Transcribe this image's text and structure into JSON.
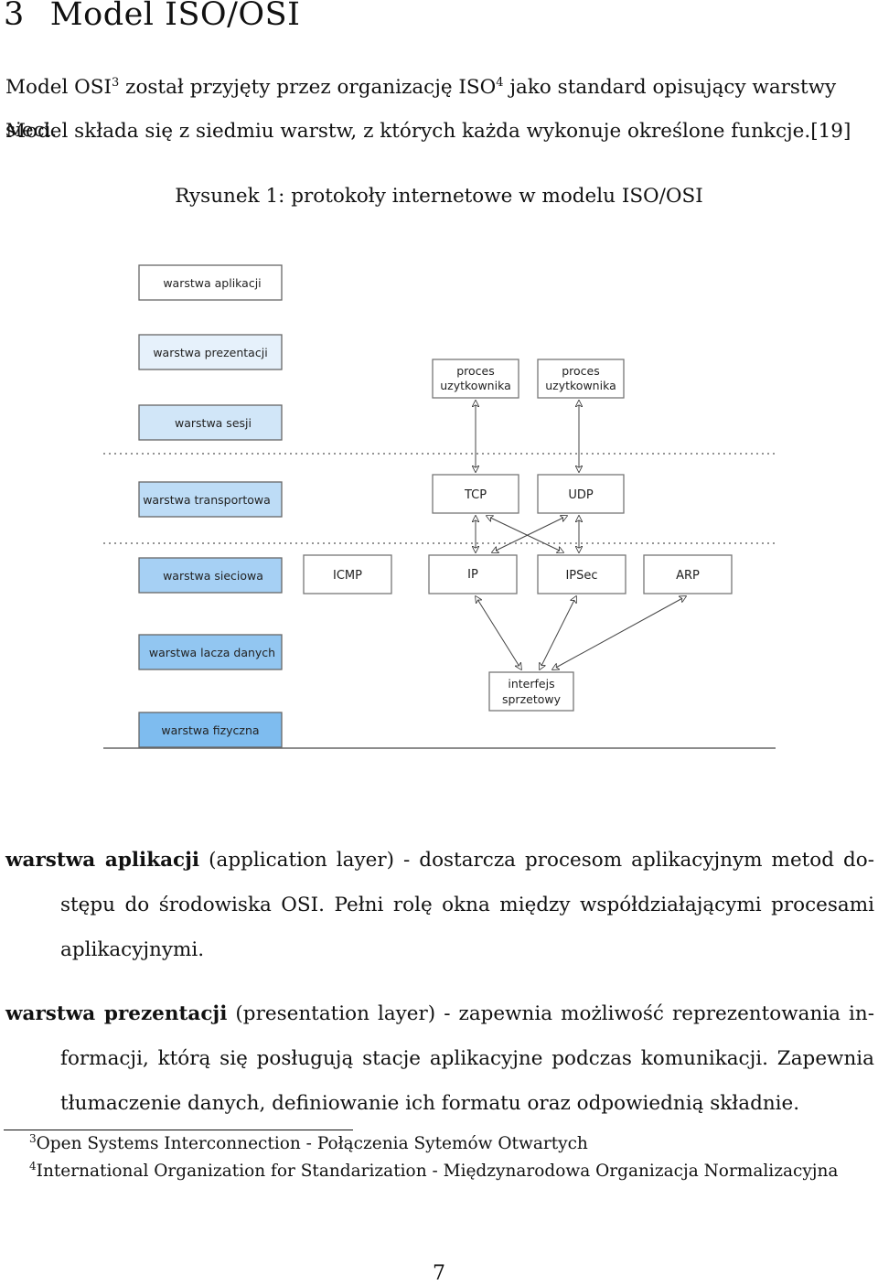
{
  "section": {
    "number": "3",
    "title": "Model ISO/OSI"
  },
  "intro": {
    "line1_a": "Model OSI",
    "line1_sup1": "3",
    "line1_b": " został przyjęty przez organizację ISO",
    "line1_sup2": "4",
    "line1_c": " jako standard opisujący warstwy sieci.",
    "line2": "Model składa się z siedmiu warstw, z których każda wykonuje określone funkcje.[19]"
  },
  "figure": {
    "caption": "Rysunek 1: protokoły internetowe w modelu ISO/OSI",
    "layers": [
      "warstwa aplikacji",
      "warstwa prezentacji",
      "warstwa sesji",
      "warstwa transportowa",
      "warstwa sieciowa",
      "warstwa lacza danych",
      "warstwa fizyczna"
    ],
    "layer_colors": [
      "#ffffff",
      "#e6f1fb",
      "#d1e6f8",
      "#bddcf6",
      "#a6d0f4",
      "#92c6f1",
      "#7ebcef"
    ],
    "proc_left": [
      "proces",
      "uzytkownika"
    ],
    "proc_right": [
      "proces",
      "uzytkownika"
    ],
    "tcp": "TCP",
    "udp": "UDP",
    "icmp": "ICMP",
    "ip": "IP",
    "ipsec": "IPSec",
    "arp": "ARP",
    "iface": [
      "interfejs",
      "sprzetowy"
    ]
  },
  "definitions": {
    "app": {
      "term": "warstwa aplikacji",
      "line1": "(application layer) - dostarcza procesom aplikacyjnym metod do-",
      "line2": "stępu do środowiska OSI. Pełni rolę okna między współdziałającymi procesami",
      "line3": "aplikacyjnymi."
    },
    "pres": {
      "term": "warstwa prezentacji",
      "line1": "(presentation layer) - zapewnia możliwość reprezentowania in-",
      "line2": "formacji, którą się posługują stacje aplikacyjne podczas komunikacji. Zapewnia",
      "line3": "tłumaczenie danych, definiowanie ich formatu oraz odpowiednią składnie."
    }
  },
  "footnotes": [
    {
      "mark": "3",
      "text": "Open Systems Interconnection - Połączenia Sytemów Otwartych"
    },
    {
      "mark": "4",
      "text": "International Organization for Standarization - Międzynarodowa Organizacja Normalizacyjna"
    }
  ],
  "page_number": "7"
}
